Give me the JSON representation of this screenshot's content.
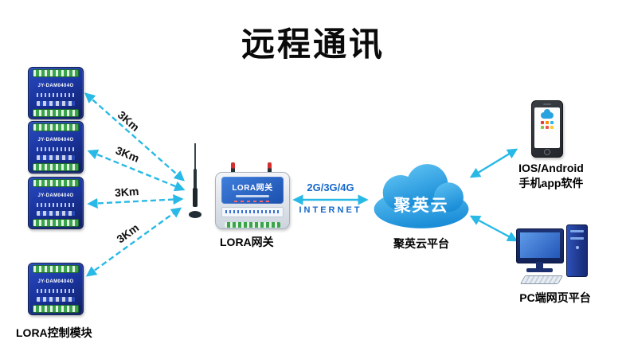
{
  "title": "远程通讯",
  "modules": {
    "label": "LORA控制模块",
    "device_text": "JY-DAM0404O"
  },
  "links": {
    "distances": [
      "3Km",
      "3Km",
      "3Km",
      "3Km"
    ]
  },
  "gateway": {
    "device_title": "LORA网关",
    "label": "LORA网关"
  },
  "wan": {
    "tech": "2G/3G/4G",
    "network": "INTERNET"
  },
  "cloud": {
    "name": "聚英云",
    "label": "聚英云平台"
  },
  "phone": {
    "line1": "IOS/Android",
    "line2": "手机app软件"
  },
  "pc": {
    "label": "PC端网页平台"
  },
  "colors": {
    "arrow": "#29b9e6",
    "text_blue": "#1668c9",
    "cloud_blue": "#1b8ed8",
    "device_blue": "#1a35a0"
  }
}
